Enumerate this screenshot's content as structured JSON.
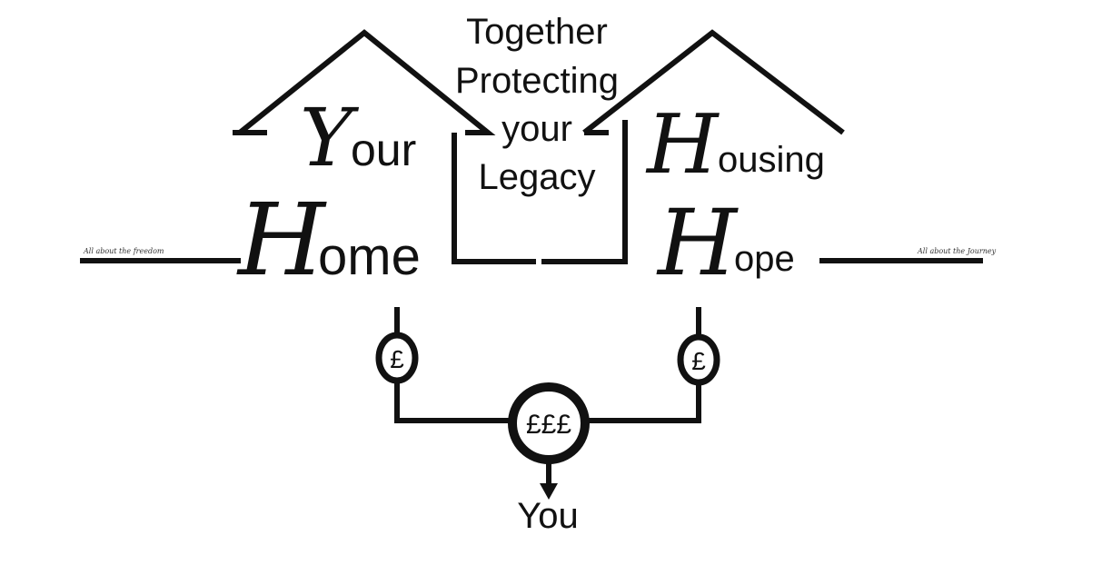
{
  "center_text": {
    "line1": "Together",
    "line2": "Protecting",
    "line3": "your",
    "line4": "Legacy"
  },
  "left_house": {
    "initial_top": "Y",
    "word_top_rest": "our",
    "initial_bottom": "H",
    "word_bottom_rest": "ome"
  },
  "right_house": {
    "initial_top": "H",
    "word_top_rest": "ousing",
    "initial_bottom": "H",
    "word_bottom_rest": "ope"
  },
  "taglines": {
    "left": "All about the freedom",
    "right": "All about the Journey"
  },
  "flow": {
    "left_coin": "£",
    "right_coin": "£",
    "center_coin": "£££",
    "target": "You"
  }
}
